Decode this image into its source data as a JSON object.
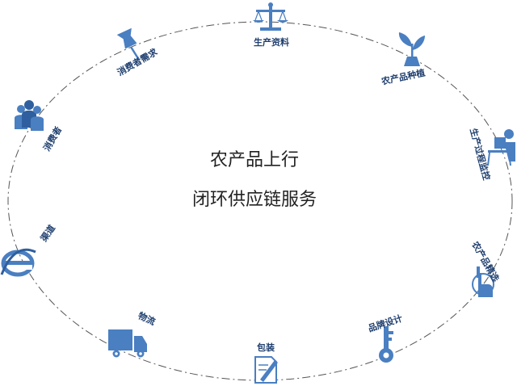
{
  "colors": {
    "icon": "#4a7fc1",
    "icon_dark": "#2f5f9e",
    "ring": "#555555",
    "label": "#1f3f6f",
    "center_text": "#222222"
  },
  "center": {
    "line1": "农产品上行",
    "line2": "闭环供应链服务"
  },
  "nodes": {
    "production_materials": {
      "label": "生产资料",
      "icon": "scale-icon"
    },
    "planting": {
      "label": "农产品种植",
      "icon": "plant-icon"
    },
    "monitoring": {
      "label": "生产过程监控",
      "icon": "computer-user-icon"
    },
    "selection": {
      "label": "农产品精选",
      "icon": "hand-pointer-icon"
    },
    "branding": {
      "label": "品牌设计",
      "icon": "key-icon"
    },
    "packaging": {
      "label": "包装",
      "icon": "document-pen-icon"
    },
    "logistics": {
      "label": "物流",
      "icon": "truck-icon"
    },
    "sales": {
      "label": "渠道",
      "icon": "browser-e-icon"
    },
    "consumers": {
      "label": "消费者",
      "icon": "people-icon"
    },
    "consumer_demand": {
      "label": "消费者需求",
      "icon": "pushpin-icon"
    }
  }
}
